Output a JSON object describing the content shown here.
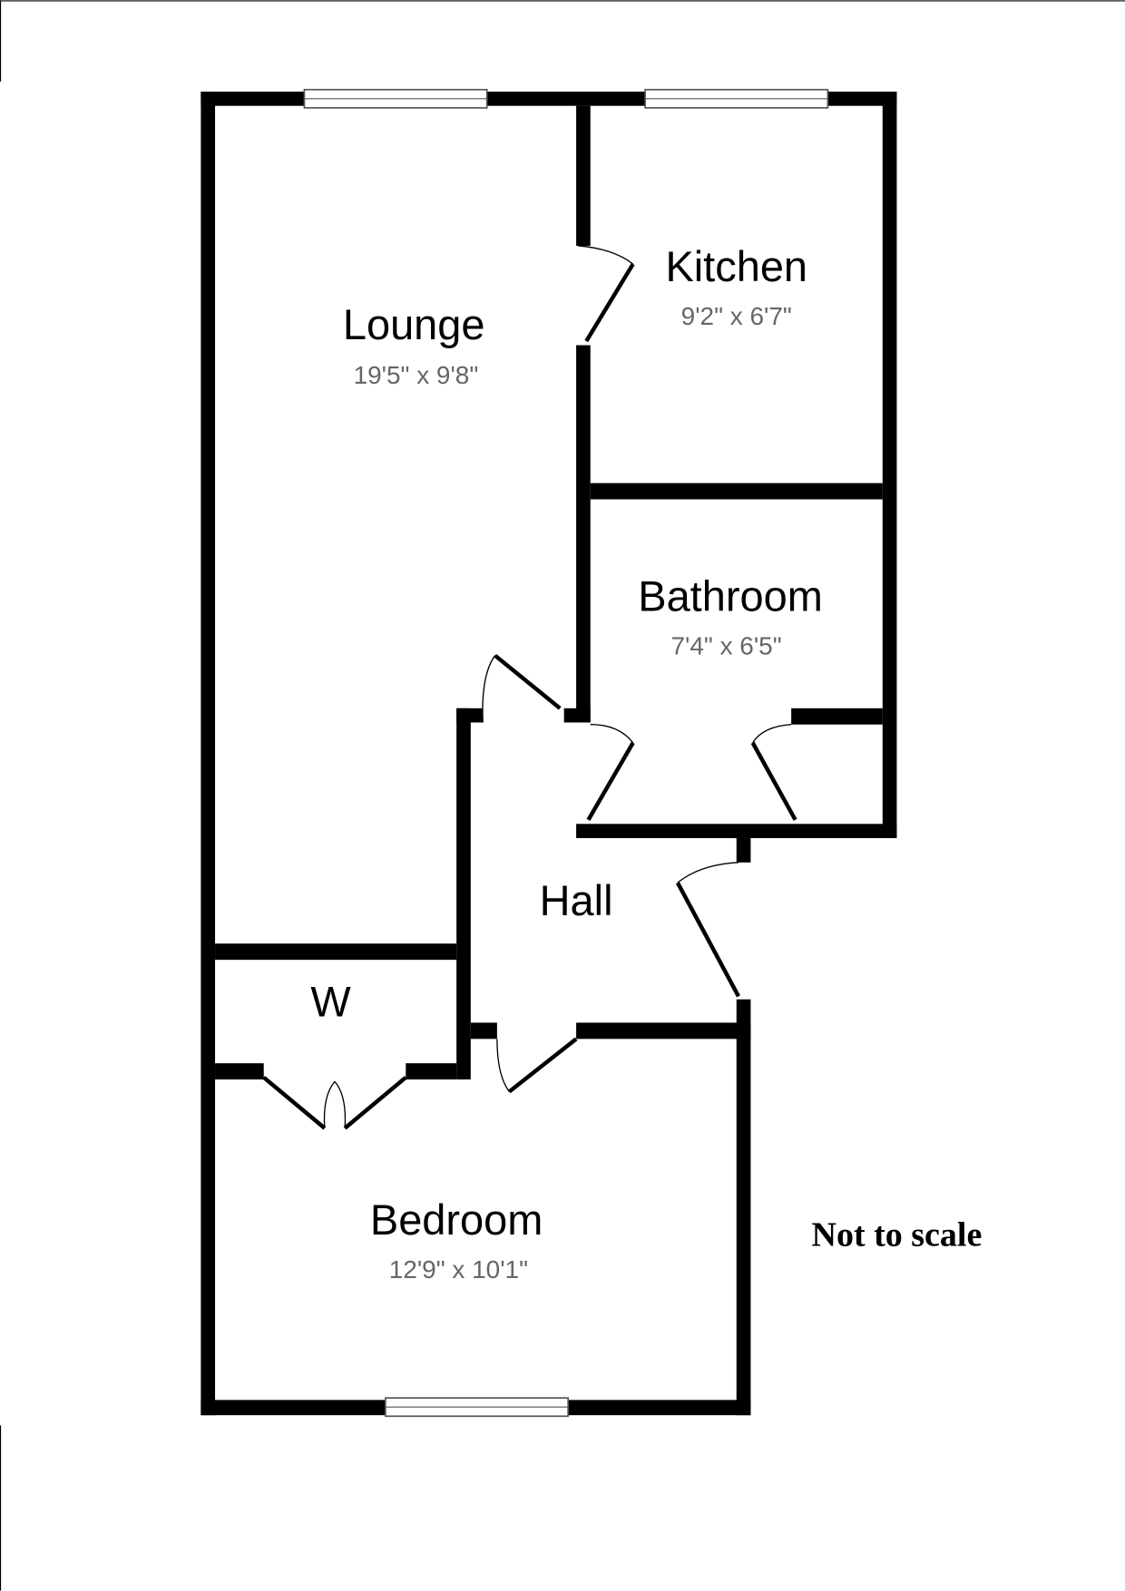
{
  "rooms": {
    "lounge": {
      "name": "Lounge",
      "size": "19'5\" x 9'8\""
    },
    "kitchen": {
      "name": "Kitchen",
      "size": "9'2\" x 6'7\""
    },
    "bathroom": {
      "name": "Bathroom",
      "size": "7'4\" x 6'5\""
    },
    "hall": {
      "name": "Hall"
    },
    "wardrobe": {
      "name": "W"
    },
    "bedroom": {
      "name": "Bedroom",
      "size": "12'9\" x 10'1\""
    }
  },
  "note": "Not to scale"
}
